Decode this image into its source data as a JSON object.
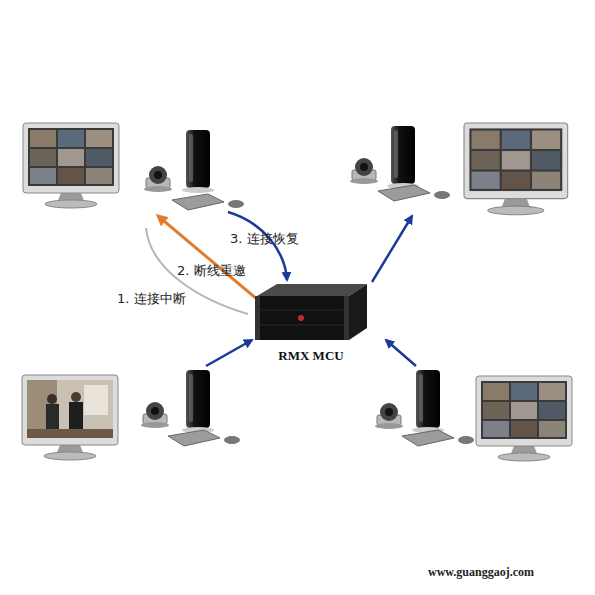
{
  "diagram": {
    "nodes": [
      {
        "text": [
          "RMX MCU"
        ]
      }
    ],
    "labels": [
      "1. 连接中断",
      "2. 断线重邀",
      "3. 连接恢复",
      "www.guanggaoj.com"
    ]
  }
}
